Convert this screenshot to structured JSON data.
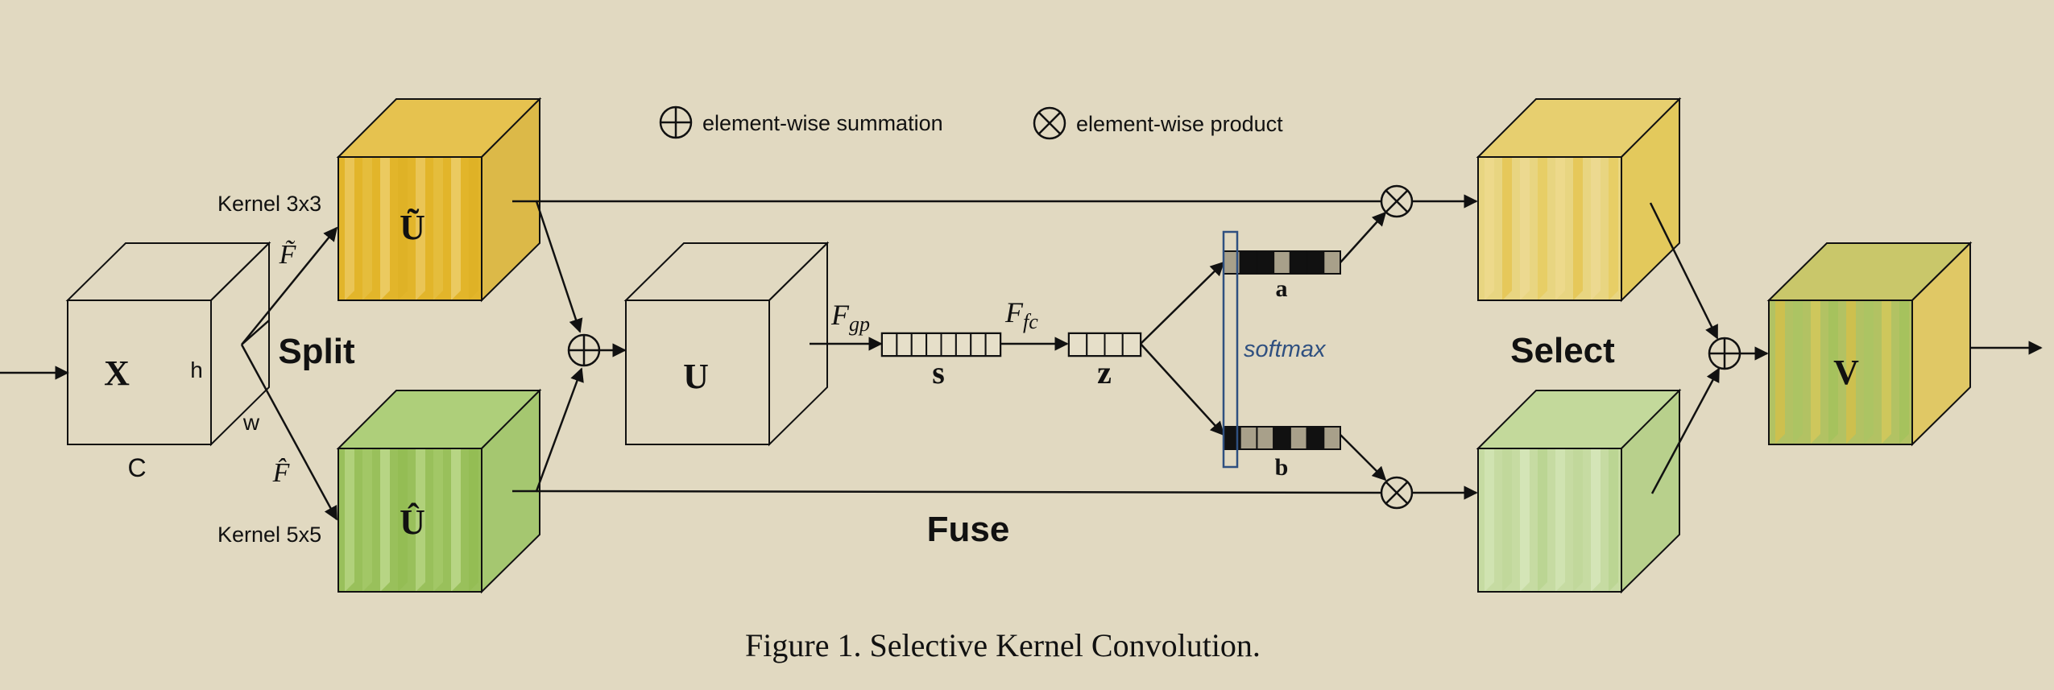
{
  "legend": {
    "sum_label": "element-wise summation",
    "product_label": "element-wise product"
  },
  "input": {
    "label": "X",
    "dim_h": "h",
    "dim_w": "w",
    "dim_c": "C"
  },
  "split": {
    "label": "Split",
    "branch_top": {
      "kernel": "Kernel 3x3",
      "op": "F̃",
      "tensor": "Ũ"
    },
    "branch_bottom": {
      "kernel": "Kernel 5x5",
      "op": "F̂",
      "tensor": "Û"
    }
  },
  "fuse": {
    "label": "Fuse",
    "u_label": "U",
    "gp_op": {
      "main": "F",
      "sub": "gp"
    },
    "s_label": "s",
    "fc_op": {
      "main": "F",
      "sub": "fc"
    },
    "z_label": "z"
  },
  "attention": {
    "softmax_label": "softmax",
    "a_label": "a",
    "b_label": "b",
    "a_cells": [
      "gray",
      "black",
      "black",
      "gray",
      "black",
      "black",
      "gray"
    ],
    "b_cells": [
      "black",
      "gray",
      "gray",
      "black",
      "gray",
      "black",
      "gray"
    ]
  },
  "select": {
    "label": "Select",
    "output_label": "V"
  },
  "caption": "Figure 1. Selective Kernel Convolution.",
  "colors": {
    "background": "#e1d9c1",
    "yellow": "#e2b52a",
    "green": "#99c05b",
    "softmax": "#2f5080",
    "cell_black": "#111111",
    "cell_gray": "#a8a08a"
  }
}
